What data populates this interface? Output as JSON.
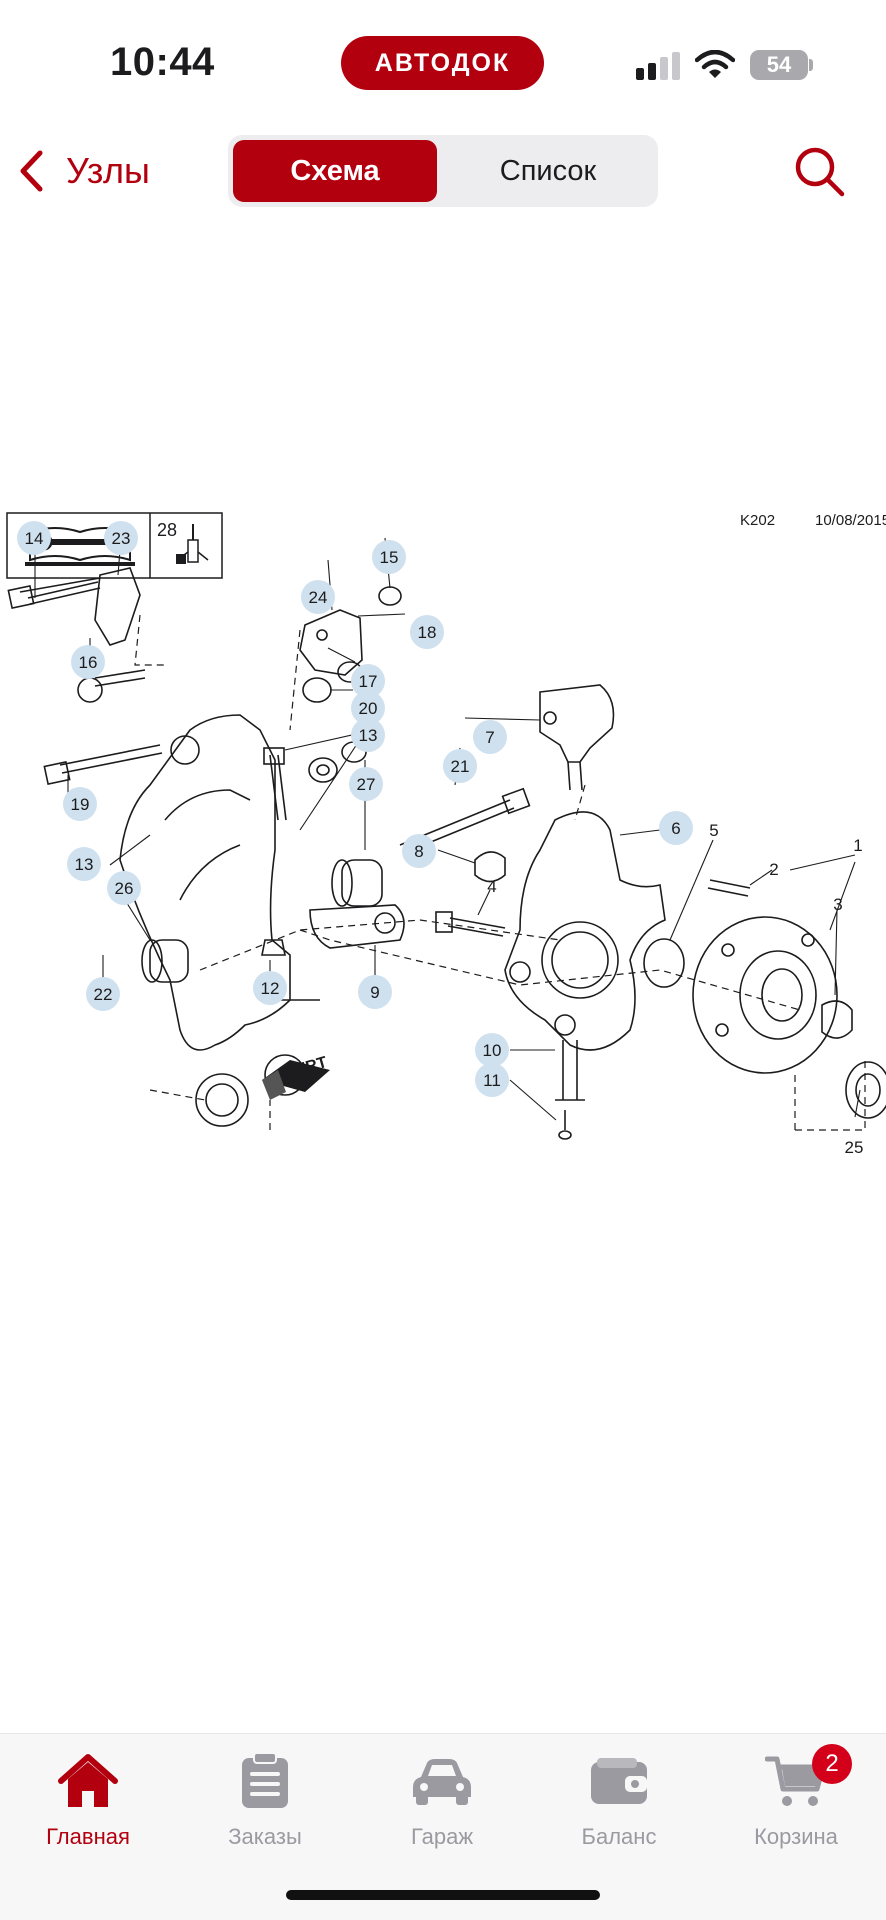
{
  "status_bar": {
    "time": "10:44",
    "brand": "АВТОДОК",
    "battery": "54"
  },
  "nav": {
    "back_label": "Узлы",
    "segments": [
      "Схема",
      "Список"
    ],
    "active_segment": 0
  },
  "diagram": {
    "code": "K202",
    "date": "10/08/2015",
    "legend_number": "28",
    "frt_label": "FRT",
    "callouts": [
      "14",
      "23",
      "15",
      "24",
      "18",
      "16",
      "17",
      "20",
      "7",
      "13",
      "21",
      "19",
      "27",
      "6",
      "5",
      "1",
      "8",
      "13",
      "26",
      "4",
      "2",
      "3",
      "22",
      "12",
      "9",
      "10",
      "11",
      "25"
    ]
  },
  "tabbar": {
    "items": [
      {
        "label": "Главная",
        "icon": "home-icon",
        "active": true
      },
      {
        "label": "Заказы",
        "icon": "orders-icon",
        "active": false
      },
      {
        "label": "Гараж",
        "icon": "car-icon",
        "active": false
      },
      {
        "label": "Баланс",
        "icon": "wallet-icon",
        "active": false
      },
      {
        "label": "Корзина",
        "icon": "cart-icon",
        "active": false
      }
    ],
    "cart_badge": "2"
  },
  "colors": {
    "accent": "#b3000f",
    "callout_fill": "#cfe0ee",
    "inactive": "#9a9aa0"
  }
}
